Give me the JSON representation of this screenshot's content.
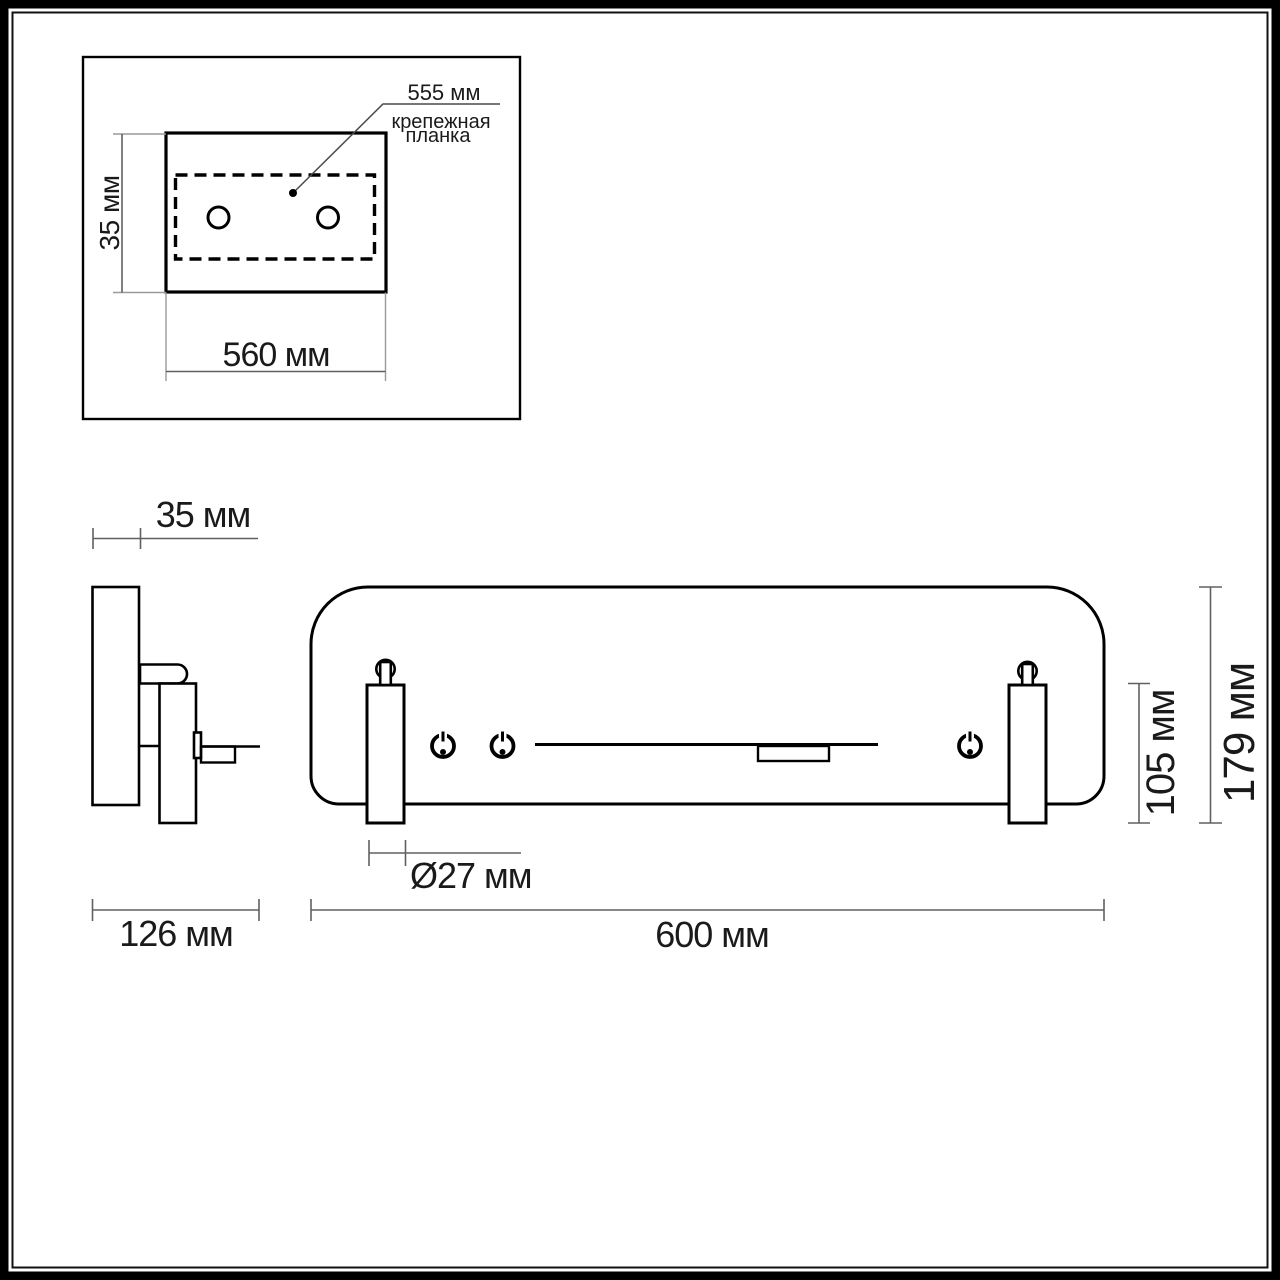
{
  "colors": {
    "line": "#000000",
    "dimension_line": "#606060",
    "extension_line": "#9a9a9a",
    "background": "#ffffff",
    "text": "#1a1a1a"
  },
  "inset": {
    "plate_span_label": "555 мм",
    "caption_line1": "крепежная",
    "caption_line2": "планка",
    "height_label": "35 мм",
    "width_label": "560 мм"
  },
  "side_view": {
    "depth_label": "35 мм",
    "total_width_label": "126 мм"
  },
  "front_view": {
    "diameter_label": "Ø27 мм",
    "length_label": "600 мм",
    "tube_height_label": "105 мм",
    "overall_height_label": "179 мм"
  }
}
